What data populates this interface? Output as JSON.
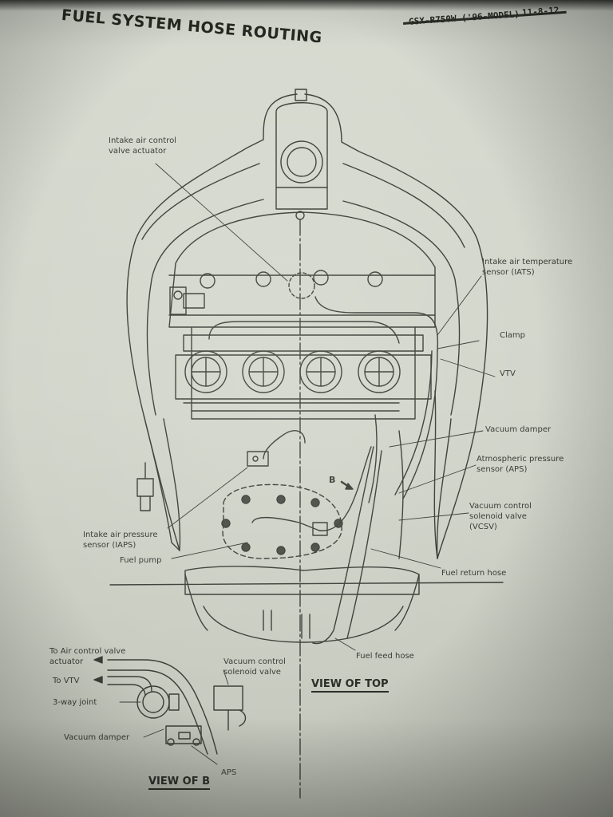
{
  "header": {
    "title": "FUEL SYSTEM HOSE ROUTING",
    "model": "GSX-R750W ('96-MODEL)",
    "page_number": "11-8-12"
  },
  "callouts": {
    "iacv_actuator": "Intake air control\nvalve actuator",
    "iats": "Intake air temperature\nsensor (IATS)",
    "clamp": "Clamp",
    "vtv": "VTV",
    "vacuum_damper": "Vacuum damper",
    "aps": "Atmospheric pressure\nsensor (APS)",
    "vcsv": "Vacuum control\nsolenoid valve\n(VCSV)",
    "fuel_return_hose": "Fuel return hose",
    "fuel_feed_hose": "Fuel feed hose",
    "iaps": "Intake air pressure\nsensor (IAPS)",
    "fuel_pump": "Fuel pump",
    "b_marker": "B"
  },
  "view_top_label": "VIEW OF TOP",
  "view_b": {
    "title": "VIEW OF B",
    "to_air_control_valve": "To Air control valve\nactuator",
    "to_vtv": "To VTV",
    "three_way_joint": "3-way joint",
    "vacuum_damper": "Vacuum damper",
    "vcsv": "Vacuum control\nsolenoid valve",
    "aps": "APS"
  }
}
